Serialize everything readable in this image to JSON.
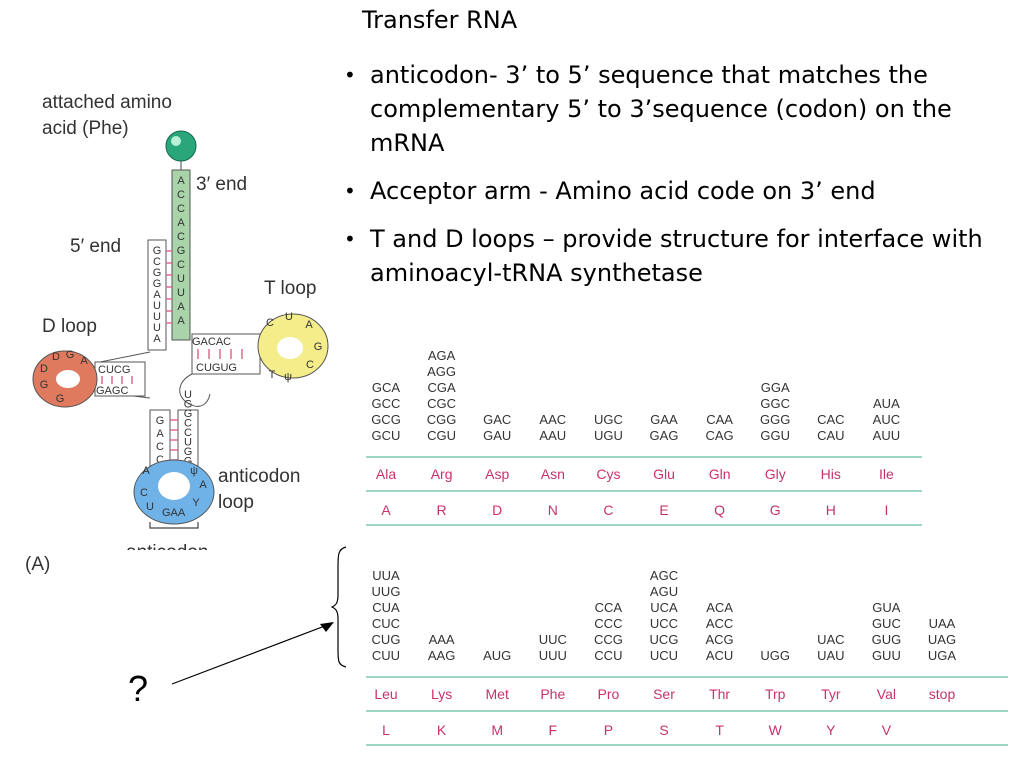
{
  "slide": {
    "title": "Transfer RNA",
    "bullets": [
      " anticodon- 3’ to 5’ sequence that matches the complementary 5’ to 3’sequence (codon) on the mRNA",
      "Acceptor arm - Amino acid code on 3’ end",
      "T and D loops – provide structure for interface with aminoacyl-tRNA synthetase"
    ]
  },
  "figure": {
    "panel_label": "(A)",
    "labels": {
      "amino_acid": "attached amino",
      "amino_acid_2": "acid (Phe)",
      "end3": "3′ end",
      "end5": "5′ end",
      "t_loop": "T loop",
      "d_loop": "D loop",
      "anticodon_loop": "anticodon",
      "anticodon_loop_2": "loop",
      "anticodon": "anticodon"
    },
    "colors": {
      "acceptor": "#a9d3a9",
      "sphere": "#2aa77a",
      "d_loop": "#e07a5f",
      "t_loop": "#f5ec8a",
      "anticodon_loop": "#6fb2e8"
    },
    "acceptor_3prime": [
      "A",
      "C",
      "C",
      "A",
      "C",
      "G",
      "C",
      "U",
      "U",
      "A",
      "A"
    ],
    "acceptor_5prime": [
      "G",
      "C",
      "G",
      "G",
      "A",
      "U",
      "U",
      "U",
      "A"
    ],
    "d_arm_top": "CUCG",
    "d_arm_bottom": "GAGC",
    "d_loop_bases": [
      "D",
      "G",
      "A",
      "D",
      "G",
      "G"
    ],
    "t_arm_top": "GACAC",
    "t_arm_bottom": "CUGUG",
    "t_loop_bases": [
      "C",
      "U",
      "A",
      "G",
      "C",
      "ψ",
      "T"
    ],
    "anticodon_stem_left": [
      "G",
      "A",
      "C",
      "C"
    ],
    "anticodon_stem_right": [
      "U",
      "G",
      "G",
      "C",
      "C",
      "U",
      "G",
      "G"
    ],
    "anticodon_loop_bases": [
      "A",
      "C",
      "U",
      "ψ",
      "A",
      "Y"
    ],
    "anticodon_bases": "GAA",
    "question_mark": "?"
  },
  "codon_table_top": [
    {
      "codons": [
        "GCA",
        "GCC",
        "GCG",
        "GCU"
      ],
      "aa3": "Ala",
      "aa1": "A"
    },
    {
      "codons": [
        "AGA",
        "AGG",
        "CGA",
        "CGC",
        "CGG",
        "CGU"
      ],
      "aa3": "Arg",
      "aa1": "R"
    },
    {
      "codons": [
        "GAC",
        "GAU"
      ],
      "aa3": "Asp",
      "aa1": "D"
    },
    {
      "codons": [
        "AAC",
        "AAU"
      ],
      "aa3": "Asn",
      "aa1": "N"
    },
    {
      "codons": [
        "UGC",
        "UGU"
      ],
      "aa3": "Cys",
      "aa1": "C"
    },
    {
      "codons": [
        "GAA",
        "GAG"
      ],
      "aa3": "Glu",
      "aa1": "E"
    },
    {
      "codons": [
        "CAA",
        "CAG"
      ],
      "aa3": "Gln",
      "aa1": "Q"
    },
    {
      "codons": [
        "GGA",
        "GGC",
        "GGG",
        "GGU"
      ],
      "aa3": "Gly",
      "aa1": "G"
    },
    {
      "codons": [
        "CAC",
        "CAU"
      ],
      "aa3": "His",
      "aa1": "H"
    },
    {
      "codons": [
        "AUA",
        "AUC",
        "AUU"
      ],
      "aa3": "Ile",
      "aa1": "I"
    }
  ],
  "codon_table_bottom": [
    {
      "codons": [
        "UUA",
        "UUG",
        "CUA",
        "CUC",
        "CUG",
        "CUU"
      ],
      "aa3": "Leu",
      "aa1": "L"
    },
    {
      "codons": [
        "AAA",
        "AAG"
      ],
      "aa3": "Lys",
      "aa1": "K"
    },
    {
      "codons": [
        "AUG"
      ],
      "aa3": "Met",
      "aa1": "M"
    },
    {
      "codons": [
        "UUC",
        "UUU"
      ],
      "aa3": "Phe",
      "aa1": "F"
    },
    {
      "codons": [
        "CCA",
        "CCC",
        "CCG",
        "CCU"
      ],
      "aa3": "Pro",
      "aa1": "P"
    },
    {
      "codons": [
        "AGC",
        "AGU",
        "UCA",
        "UCC",
        "UCG",
        "UCU"
      ],
      "aa3": "Ser",
      "aa1": "S"
    },
    {
      "codons": [
        "ACA",
        "ACC",
        "ACG",
        "ACU"
      ],
      "aa3": "Thr",
      "aa1": "T"
    },
    {
      "codons": [
        "UGG"
      ],
      "aa3": "Trp",
      "aa1": "W"
    },
    {
      "codons": [
        "UAC",
        "UAU"
      ],
      "aa3": "Tyr",
      "aa1": "Y"
    },
    {
      "codons": [
        "GUA",
        "GUC",
        "GUG",
        "GUU"
      ],
      "aa3": "Val",
      "aa1": "V"
    },
    {
      "codons": [
        "UAA",
        "UAG",
        "UGA"
      ],
      "aa3": "stop",
      "aa1": ""
    }
  ]
}
